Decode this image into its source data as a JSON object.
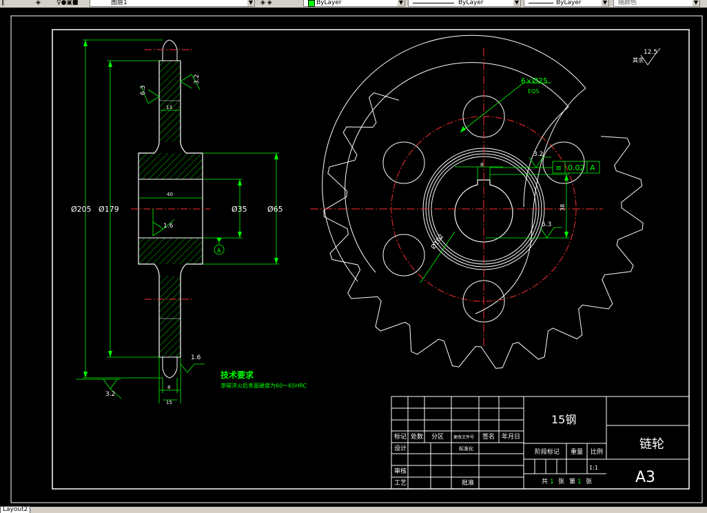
{
  "toolbar": {
    "layer_name": "图层1",
    "color": "ByLayer",
    "linetype": "ByLayer",
    "lineweight": "ByLayer",
    "plot_style": "随颜色"
  },
  "layout_tab": "Layout2",
  "drawing": {
    "dims_left": {
      "d205": "Ø205",
      "d179": "Ø179",
      "d35": "Ø35",
      "d65": "Ø65",
      "len40": "40",
      "w13": "13",
      "w8": "8",
      "w15": "15"
    },
    "roughness_left": {
      "r63_top": "6.3",
      "r32_top": "3.2",
      "r16_hub": "1.6",
      "r16_bottom": "1.6",
      "r32_bottom": "3.2"
    },
    "datum": "A",
    "tech_req": {
      "title": "技术要求",
      "text": "渗碳淬火后表面硬度为60～65HRC"
    },
    "dims_right": {
      "holes": "6×Ø25",
      "eqs": "EQS",
      "pcd": "Ø102",
      "key_width": "8",
      "key_depth": "38",
      "r32": "3.2",
      "r63": "6.3"
    },
    "geo_tol": {
      "symbol": "≡",
      "value": "0.02",
      "datum": "A"
    },
    "rest_roughness": {
      "label": "其余",
      "value": "12.5"
    }
  },
  "title_block": {
    "material": "15钢",
    "part_name": "链轮",
    "sheet_size": "A3",
    "scale": "1:1",
    "headers": [
      "标记",
      "处数",
      "分区",
      "更改文件号",
      "签名",
      "年月日"
    ],
    "design": "设计",
    "standardize": "标准化",
    "review": "审核",
    "process": "工艺",
    "approve": "批准",
    "stage_mark": "阶段标记",
    "weight": "重量",
    "scale_label": "比例",
    "total": "共",
    "total_n": "1",
    "sheet": "张",
    "page": "第",
    "page_n": "1"
  }
}
